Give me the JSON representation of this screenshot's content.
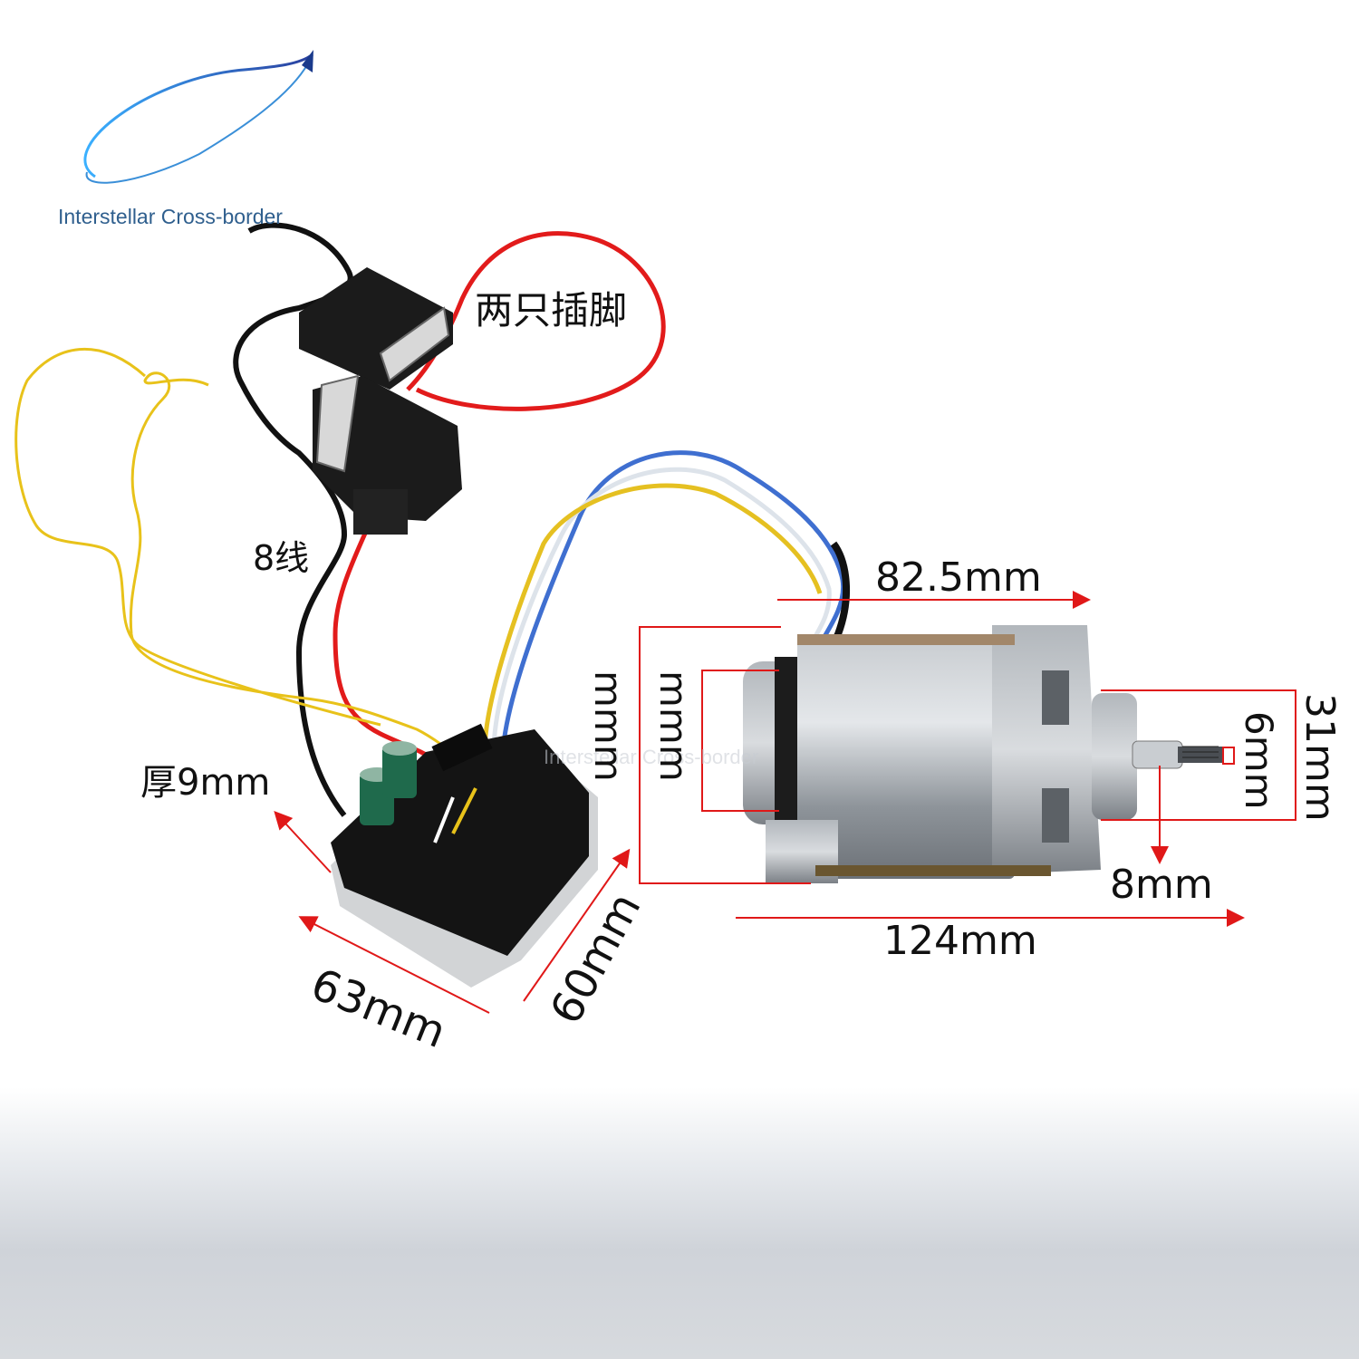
{
  "brand": {
    "name": "Interstellar Cross-border",
    "watermark": "Interstellar Cross-border",
    "colors": {
      "text": "#2f5f8e",
      "arrow": "#1a3a8c",
      "ring": "#3aa3e0"
    }
  },
  "annotations": {
    "two_pins": "两只插脚",
    "eight_wires": "8线",
    "thickness": "厚9mm",
    "board_width": "63mm",
    "board_depth": "60mm",
    "motor_body_length": "82.5mm",
    "motor_total_length": "124mm",
    "motor_diameter_outer": "mmm",
    "motor_diameter_inner": "mmm",
    "flange_diameter": "31mm",
    "shaft_diameter": "6mm",
    "shaft_length": "8mm"
  },
  "colors": {
    "dimension_line": "#e01818",
    "wire_black": "#111111",
    "wire_red": "#e21b1b",
    "wire_yellow": "#e8c21a",
    "wire_blue": "#3f6fd0",
    "motor_body": "#9aa0a6",
    "board": "#141414"
  }
}
